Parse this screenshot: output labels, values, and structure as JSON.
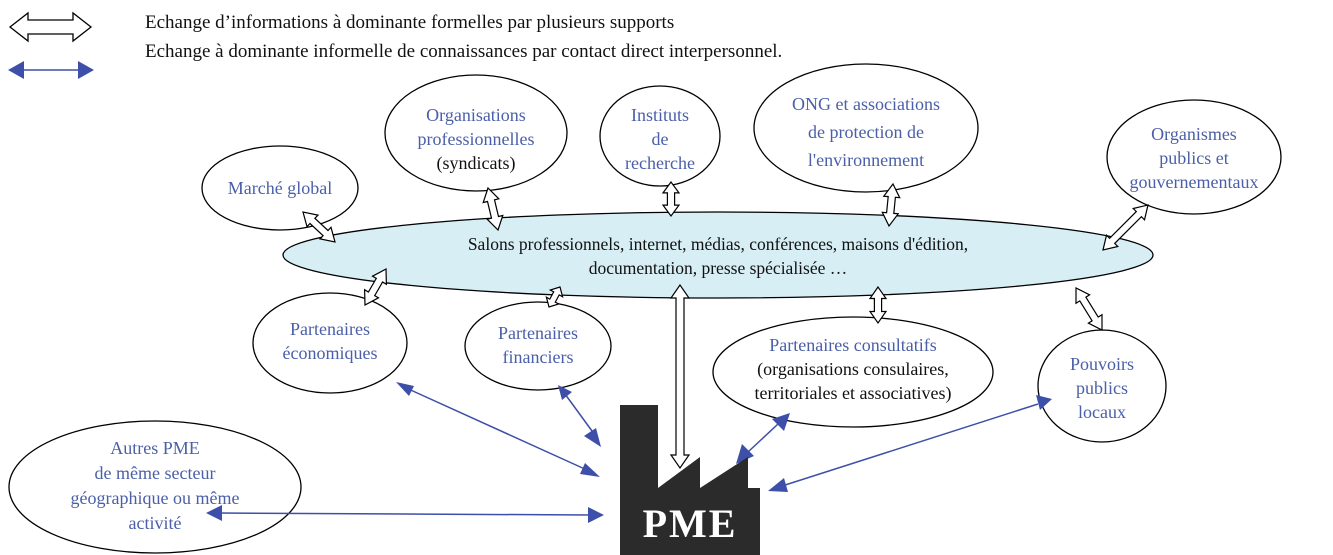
{
  "legend": {
    "formal": "Echange d’informations à dominante formelles par plusieurs supports",
    "informal": "Echange à dominante informelle de connaissances par contact direct interpersonnel."
  },
  "nodes": {
    "marche": [
      "Marché global"
    ],
    "orgpro": [
      "Organisations",
      "professionnelles",
      "(syndicats)"
    ],
    "instituts": [
      "Instituts",
      "de",
      "recherche"
    ],
    "ong": [
      "ONG et associations",
      "de protection de",
      "l'environnement"
    ],
    "organismes": [
      "Organismes",
      "publics et",
      "gouvernementaux"
    ],
    "center": [
      "Salons professionnels, internet, médias, conférences, maisons d'édition,",
      "documentation, presse spécialisée …"
    ],
    "pecon": [
      "Partenaires",
      "économiques"
    ],
    "pfin": [
      "Partenaires",
      "financiers"
    ],
    "pcons": [
      "Partenaires consultatifs",
      "(organisations consulaires,",
      "territoriales et associatives)"
    ],
    "pouvoirs": [
      "Pouvoirs",
      "publics",
      "locaux"
    ],
    "autres": [
      "Autres PME",
      "de même secteur",
      "géographique ou même",
      "activité"
    ]
  },
  "factory": {
    "label": "PME"
  },
  "colors": {
    "blue_text": "#4a5fa8",
    "arrow_blue": "#3d4fa8",
    "ellipse_fill": "#d6eef4",
    "factory": "#2b2b2b"
  }
}
